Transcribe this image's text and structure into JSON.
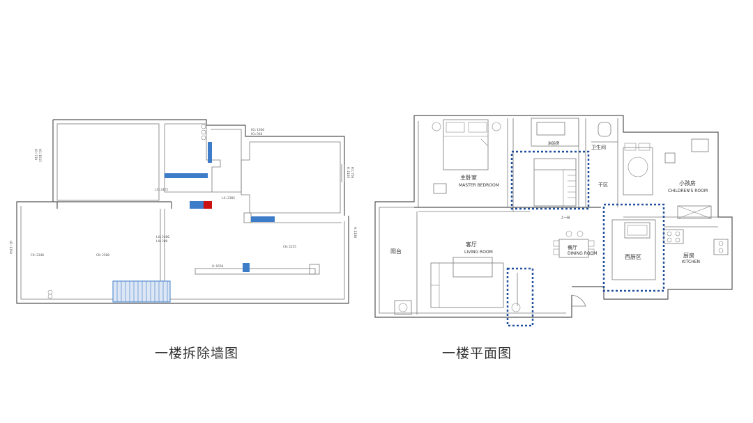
{
  "captions": {
    "left": "一楼拆除墙图",
    "right": "一楼平面图"
  },
  "left_plan": {
    "dims": {
      "h2_1360": "H2:1360",
      "h1_910": "H1:910",
      "lx_2425": "LX:2425",
      "lx_2305": "LX:2305",
      "lx_2380": "LX:2380",
      "lh_200": "LH:200",
      "ch_2340": "CH:2340",
      "ch_2580": "CH:2580",
      "ch_2255": "CH:2255",
      "h_1650": "H:1650",
      "h1_1615": "H1:1615",
      "h1_710": "H1:710",
      "h_1105": "H:1105",
      "h1_750": "H1:750",
      "h1_1150": "H1:1150",
      "h_1130": "H:1130"
    },
    "colors": {
      "demolish": "#3d7cc9",
      "red": "#cc1111",
      "stair_fill": "#dce6f5"
    }
  },
  "right_plan": {
    "rooms": {
      "master_cn": "主卧室",
      "master_en": "MASTER BEDROOM",
      "bath_small": "淋浴房",
      "bath": "卫生间",
      "dry": "干区",
      "child_cn": "小孩房",
      "child_en": "CHILDREN'S ROOM",
      "balcony": "阳台",
      "living_cn": "客厅",
      "living_en": "LIVING ROOM",
      "dining_cn": "餐厅",
      "dining_en": "DINING ROOM",
      "western_kitchen": "西厨区",
      "kitchen_cn": "厨房",
      "kitchen_en": "KITCHEN",
      "stair_up": "上一层"
    },
    "colors": {
      "highlight": "#1f4e9a"
    }
  }
}
